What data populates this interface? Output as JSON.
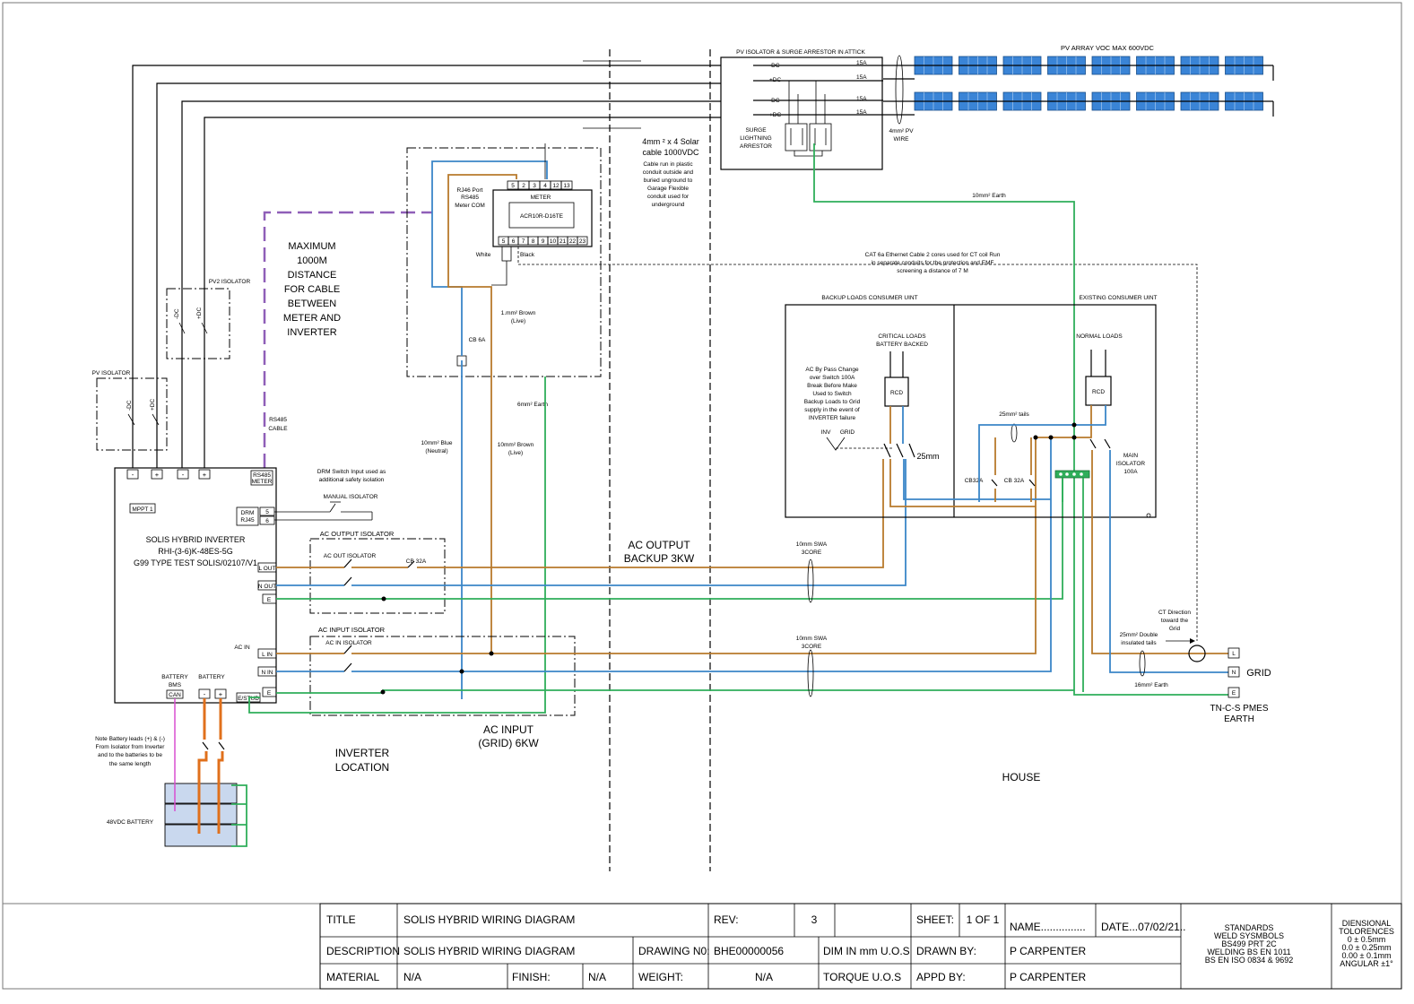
{
  "pv": {
    "isolator_title": "PV ISOLATOR & SURGE ARRESTOR IN ATTICK",
    "array_title": "PV ARRAY VOC MAX 600VDC",
    "neg_dc": "-DC",
    "pos_dc": "+DC",
    "fuse": "15A",
    "surge_label": [
      "SURGE",
      "LIGHTNING",
      "ARRESTOR"
    ],
    "pv_wire": [
      "4mm² PV",
      "WIRE"
    ],
    "solar_cable": [
      "4mm ² x 4 Solar",
      "cable 1000VDC"
    ],
    "cable_run": [
      "Cable run in plastic",
      "conduit outside and",
      "buried unground to",
      "Garage Flexible",
      "conduit used for",
      "underground"
    ],
    "earth_10": "10mm² Earth",
    "pv2_isolator": "PV2 ISOLATOR",
    "pv_isolator": "PV ISOLATOR"
  },
  "meter": {
    "title": "METER",
    "model": "ACR10R-D16TE",
    "top_terminals": [
      "5",
      "2",
      "3",
      "4",
      "12",
      "13"
    ],
    "bottom_terminals": [
      "5",
      "6",
      "7",
      "8",
      "9",
      "10",
      "21",
      "22",
      "23"
    ],
    "rj46": [
      "RJ46 Port",
      "RS485",
      "Meter COM"
    ],
    "white": "White",
    "black": "Black",
    "brown_live": [
      "1.mm² Brown",
      "(Live)"
    ],
    "cb6a": "CB 6A",
    "earth_6": "6mm² Earth",
    "distance_note": [
      "MAXIMUM",
      "1000M",
      "DISTANCE",
      "FOR CABLE",
      "BETWEEN",
      "METER AND",
      "INVERTER"
    ],
    "rs485_cable": [
      "RS485",
      "CABLE"
    ],
    "ct_note": [
      "CAT 6a Ethernet Cable 2 cores used for CT coil Run",
      "in separate conduits for the protection and EMF",
      "screening a distance of 7 M"
    ]
  },
  "inverter": {
    "name": [
      "SOLIS HYBRID INVERTER",
      "RHI-(3-6)K-48ES-5G",
      "G99 TYPE TEST SOLIS/02107/V1"
    ],
    "mppt": "MPPT 1",
    "rs485": [
      "RS485",
      "METER"
    ],
    "drm": [
      "DRM",
      "RJ45"
    ],
    "drm_pins": [
      "5",
      "6"
    ],
    "l_out": "L OUT",
    "n_out": "N OUT",
    "e": "E",
    "ac_in": "AC IN",
    "l_in": "L IN",
    "n_in": "N IN",
    "battery_bms": [
      "BATTERY",
      "BMS"
    ],
    "can": "CAN",
    "battery": "BATTERY",
    "e_stud": "E/STUD",
    "pv_terms": [
      "-",
      "+",
      "-",
      "+"
    ],
    "bat_terms": [
      "-",
      "+"
    ]
  },
  "drm_switch": {
    "note": [
      "DRM Switch Input used as",
      "additional safety isolation"
    ],
    "manual_isolator": "MANUAL ISOLATOR"
  },
  "ac_output": {
    "isolator_title": "AC OUTPUT ISOLATOR",
    "out_isolator": "AC OUT ISOLATOR",
    "cb32": "CB 32A",
    "title": [
      "AC OUTPUT",
      "BACKUP 3KW"
    ],
    "swa": [
      "10mm SWA",
      "3CORE"
    ]
  },
  "ac_input": {
    "isolator_title": "AC INPUT ISOLATOR",
    "in_isolator": "AC IN ISOLATOR",
    "title": [
      "AC INPUT",
      "(GRID) 6KW"
    ],
    "swa": [
      "10mm SWA",
      "3CORE"
    ],
    "blue_neutral": [
      "10mm² Blue",
      "(Neutral)"
    ],
    "brown_live": [
      "10mm² Brown",
      "(Live)"
    ]
  },
  "battery": {
    "note": [
      "Note Battery leads (+) & (-)",
      "From Isolator from Inverter",
      "and to the batteries to be",
      "the same length"
    ],
    "label": "48VDC BATTERY"
  },
  "locations": {
    "inverter": [
      "INVERTER",
      "LOCATION"
    ],
    "house": "HOUSE"
  },
  "consumer": {
    "backup_title": "BACKUP LOADS CONSUMER UINT",
    "existing_title": "EXISTING CONSUMER UINT",
    "critical": [
      "CRITICAL LOADS",
      "BATTERY BACKED"
    ],
    "normal": "NORMAL LOADS",
    "rcd": "RCD",
    "bypass": [
      "AC By Pass Change",
      "over Switch 100A",
      "Break Before Make",
      "Used to Switch",
      "Backup Loads to Grid",
      "supply in the event of",
      "INVERTER failure"
    ],
    "inv": "INV",
    "grid": "GRID",
    "mm25": "25mm",
    "tails25": "25mm² tails",
    "cb32a_1": "CB32A",
    "cb32a_2": "CB 32A",
    "main_isolator": [
      "MAIN",
      "ISOLATOR",
      "100A"
    ]
  },
  "grid": {
    "ct_direction": [
      "CT Direction",
      "toward the",
      "Grid"
    ],
    "double_tails": [
      "25mm² Double",
      "insulated tails"
    ],
    "earth_16": "16mm² Earth",
    "terms": [
      "L",
      "N",
      "E"
    ],
    "label": "GRID",
    "pmes": [
      "TN-C-S PMES",
      "EARTH"
    ]
  },
  "title_block": {
    "title_label": "TITLE",
    "title_value": "SOLIS HYBRID WIRING DIAGRAM",
    "rev_label": "REV:",
    "rev_value": "3",
    "sheet_label": "SHEET:",
    "sheet_value": "1 OF 1",
    "name_label": "NAME...............",
    "date_label": "DATE...07/02/21..",
    "description_label": "DESCRIPTION",
    "description_value": "SOLIS HYBRID WIRING DIAGRAM",
    "drawing_label": "DRAWING N0:",
    "drawing_value": "BHE00000056",
    "dim_label": "DIM IN mm  U.O.S",
    "drawn_label": "DRAWN BY:",
    "drawn_value": "P CARPENTER",
    "material_label": "MATERIAL",
    "material_value": "N/A",
    "finish_label": "FINISH:",
    "finish_value": "N/A",
    "weight_label": "WEIGHT:",
    "weight_value": "N/A",
    "torque_label": "TORQUE U.O.S",
    "appd_label": "APPD BY:",
    "appd_value": "P CARPENTER",
    "standards": [
      "STANDARDS",
      "WELD SYSMBOLS",
      "BS499 PRT 2C",
      "WELDING BS EN 1011",
      "BS EN ISO 0834 & 9692"
    ],
    "tolerances": [
      "DIENSIONAL",
      "TOLORENCES",
      "0  ± 0.5mm",
      "0.0 ± 0.25mm",
      "0.00 ± 0.1mm",
      "ANGULAR ±1°"
    ]
  },
  "colors": {
    "live": "#b87a2c",
    "neutral": "#3b86c8",
    "earth": "#2fae5a",
    "rs485": "#8f5fb8",
    "battery_dc": "#e0701c",
    "can": "#d84fd0"
  }
}
